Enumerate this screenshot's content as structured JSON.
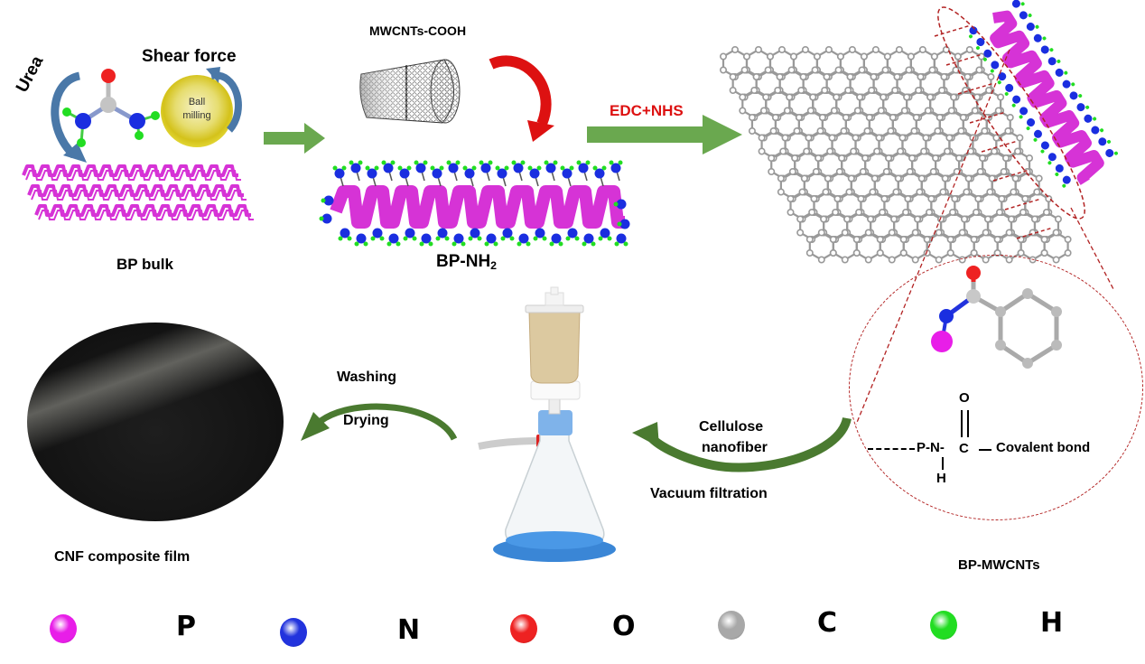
{
  "figure": {
    "title": "Synthesis scheme of BP-MWCNTs / CNF composite film",
    "stages": {
      "bp_bulk": {
        "label": "BP bulk"
      },
      "urea": {
        "label": "Urea"
      },
      "shear_force": {
        "label": "Shear force"
      },
      "ball_milling": {
        "line1": "Ball",
        "line2": "milling"
      },
      "mwcnts": {
        "label": "MWCNTs-COOH"
      },
      "bp_nh2": {
        "label_main": "BP-NH",
        "label_sub": "2"
      },
      "coupling": {
        "label": "EDC+NHS"
      },
      "bp_mwcnts": {
        "label": "BP-MWCNTs"
      },
      "bond_detail": {
        "o_atom": "O",
        "chain": "P-N-",
        "c_atom": "C",
        "h_atom": "H",
        "bond_label": "Covalent bond"
      },
      "filtration": {
        "line1": "Cellulose",
        "line2": "nanofiber",
        "label": "Vacuum filtration"
      },
      "post": {
        "line1": "Washing",
        "line2": "Drying"
      },
      "film": {
        "label": "CNF composite film"
      }
    }
  },
  "legend": [
    {
      "symbol": "P",
      "color": "#e81ee8"
    },
    {
      "symbol": "N",
      "color": "#2233dd"
    },
    {
      "symbol": "O",
      "color": "#ee2222"
    },
    {
      "symbol": "C",
      "color": "#a8a8a8"
    },
    {
      "symbol": "H",
      "color": "#22dd22"
    }
  ],
  "colors": {
    "process_arrow": "#6aa84f",
    "curved_arrow": "#4a7a30",
    "urea_arrow": "#4a78a8",
    "red_arrow": "#dd1111",
    "edc_text": "#dd1111",
    "dashed_guide": "#b22222",
    "bp_sheet": "#d633d6",
    "graphene": "#999999"
  }
}
